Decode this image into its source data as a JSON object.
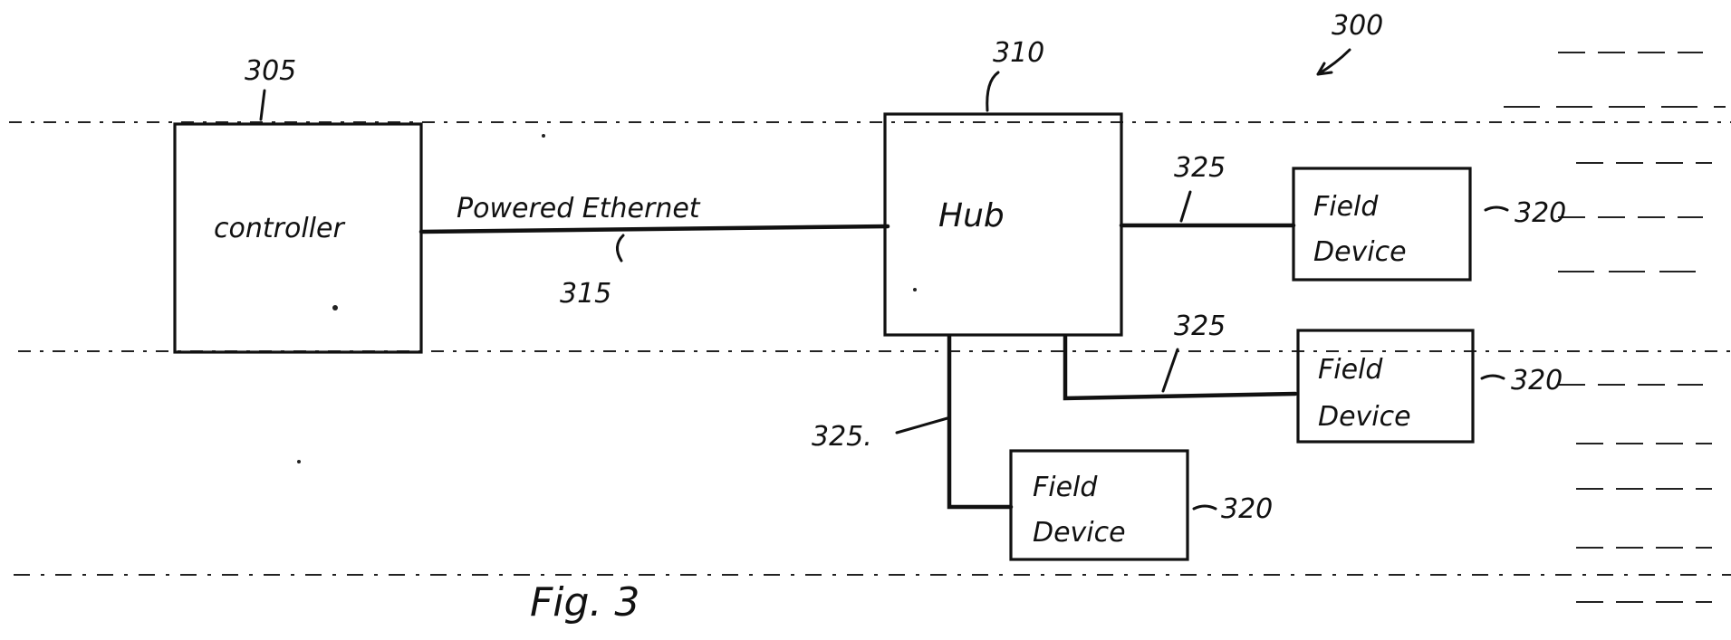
{
  "figure": {
    "ref_overall": "300",
    "caption": "Fig. 3"
  },
  "controller": {
    "label": "controller",
    "ref": "305"
  },
  "link": {
    "label": "Powered Ethernet",
    "ref": "315"
  },
  "hub": {
    "label": "Hub",
    "ref": "310"
  },
  "branch_refs": [
    "325",
    "325",
    "325."
  ],
  "field_devices": [
    {
      "line1": "Field",
      "line2": "Device",
      "ref": "320"
    },
    {
      "line1": "Field",
      "line2": "Device",
      "ref": "320"
    },
    {
      "line1": "Field",
      "line2": "Device",
      "ref": "320"
    }
  ]
}
